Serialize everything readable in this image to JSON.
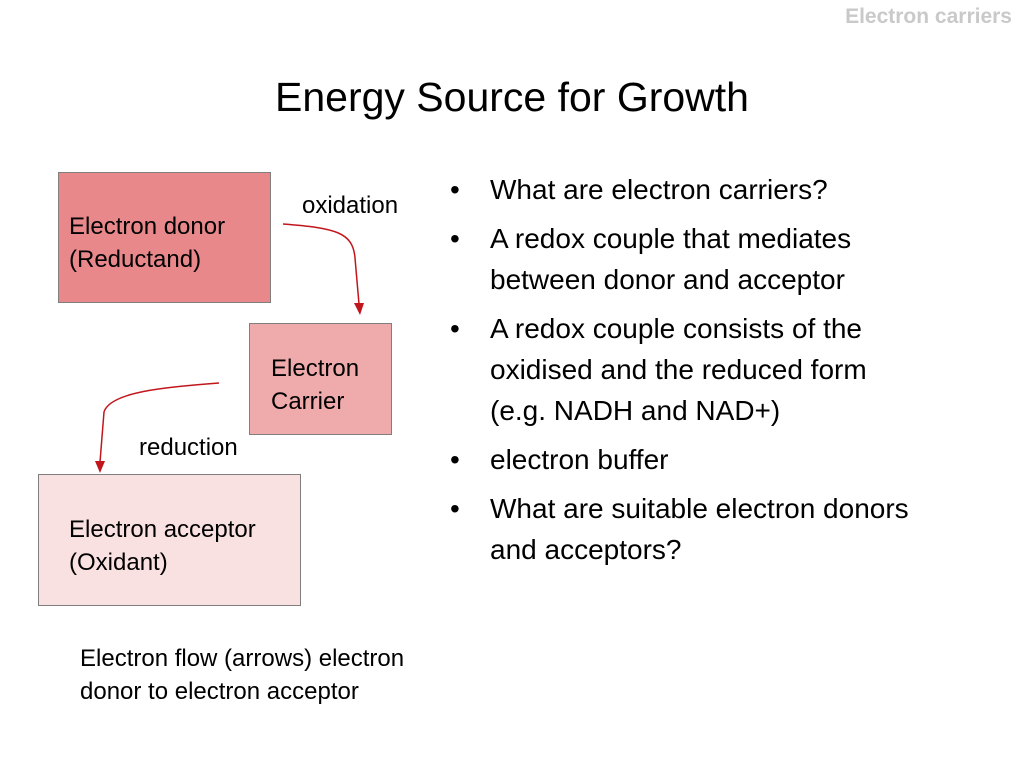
{
  "header": {
    "label": "Electron carriers"
  },
  "title": "Energy Source for Growth",
  "diagram": {
    "donor": {
      "line1": "Electron donor",
      "line2": "(Reductand)",
      "color": "#e8888b"
    },
    "carrier": {
      "line1": "Electron",
      "line2": "Carrier",
      "color": "#efabac"
    },
    "acceptor": {
      "line1": "Electron acceptor",
      "line2": "(Oxidant)",
      "color": "#fae1e1"
    },
    "oxidation_label": "oxidation",
    "reduction_label": "reduction",
    "arrow_color": "#c0161c",
    "caption": {
      "line1": "Electron flow (arrows) electron",
      "line2": "donor to electron acceptor"
    }
  },
  "bullets": [
    "What are electron carriers?",
    "A redox couple that mediates between donor and acceptor",
    "A redox couple consists of the oxidised and the reduced form (e.g. NADH and NAD+)",
    "electron buffer",
    "What are suitable electron donors and acceptors?"
  ],
  "bullet_char": "•"
}
